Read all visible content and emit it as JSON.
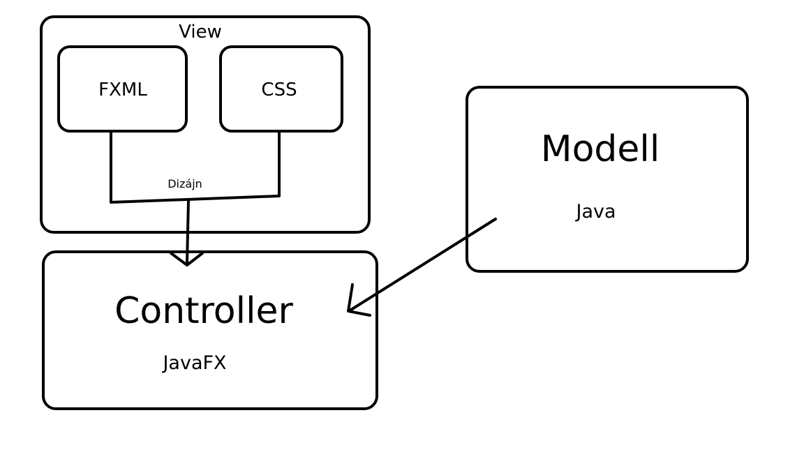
{
  "view": {
    "title": "View",
    "fxml": "FXML",
    "css": "CSS",
    "design": "Dizájn"
  },
  "controller": {
    "title": "Controller",
    "subtitle": "JavaFX"
  },
  "modell": {
    "title": "Modell",
    "subtitle": "Java"
  },
  "colors": {
    "stroke": "#000000",
    "background": "#ffffff"
  }
}
